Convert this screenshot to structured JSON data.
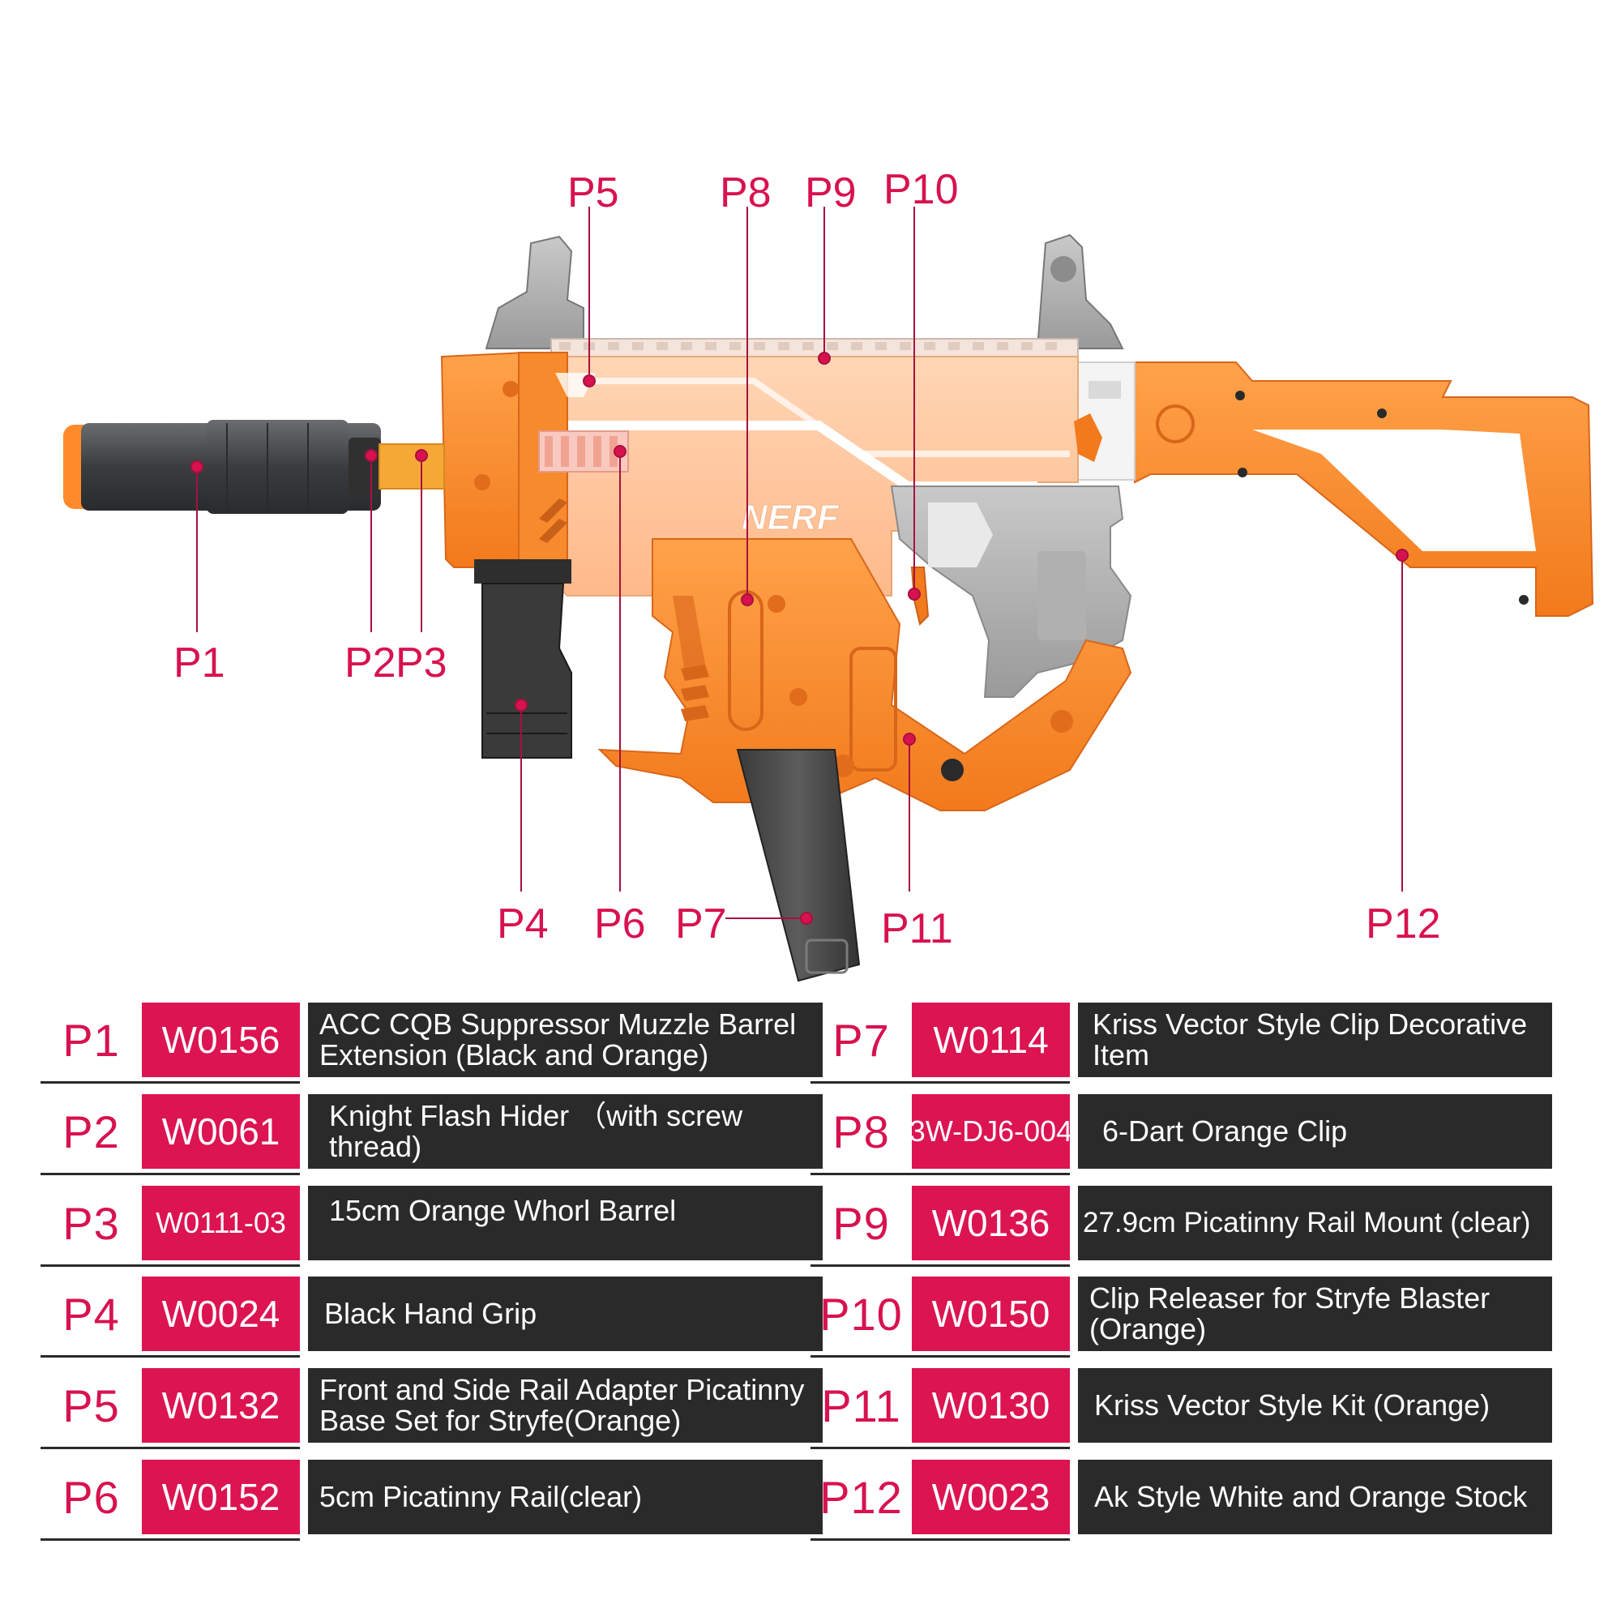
{
  "diagram": {
    "callouts": [
      {
        "id": "P1",
        "label": "P1"
      },
      {
        "id": "P2",
        "label": "P2"
      },
      {
        "id": "P3",
        "label": "P3"
      },
      {
        "id": "P4",
        "label": "P4"
      },
      {
        "id": "P5",
        "label": "P5"
      },
      {
        "id": "P6",
        "label": "P6"
      },
      {
        "id": "P7",
        "label": "P7"
      },
      {
        "id": "P8",
        "label": "P8"
      },
      {
        "id": "P9",
        "label": "P9"
      },
      {
        "id": "P10",
        "label": "P10"
      },
      {
        "id": "P11",
        "label": "P11"
      },
      {
        "id": "P12",
        "label": "P12"
      }
    ],
    "watermark_text": "NERF",
    "colors": {
      "accent": "#d8124f",
      "code_bg": "#dc1451",
      "desc_bg": "#2a2a2a",
      "orange": "#ff8a2a",
      "grey": "#9a9a9a",
      "dark": "#2b2b2b"
    }
  },
  "parts": {
    "left": [
      {
        "id": "P1",
        "code": "W0156",
        "desc": "ACC CQB Suppressor Muzzle Barrel Extension (Black and Orange)"
      },
      {
        "id": "P2",
        "code": "W0061",
        "desc": "Knight Flash Hider （with screw thread)"
      },
      {
        "id": "P3",
        "code": "W0111-03",
        "desc": "15cm Orange Whorl Barrel"
      },
      {
        "id": "P4",
        "code": "W0024",
        "desc": "Black Hand Grip"
      },
      {
        "id": "P5",
        "code": "W0132",
        "desc": "Front and Side Rail Adapter Picatinny Base Set for Stryfe(Orange)"
      },
      {
        "id": "P6",
        "code": "W0152",
        "desc": "5cm Picatinny Rail(clear)"
      }
    ],
    "right": [
      {
        "id": "P7",
        "code": "W0114",
        "desc": "Kriss Vector Style Clip Decorative Item"
      },
      {
        "id": "P8",
        "code": "3W-DJ6-004",
        "desc": "6-Dart Orange Clip"
      },
      {
        "id": "P9",
        "code": "W0136",
        "desc": "27.9cm Picatinny Rail Mount (clear)"
      },
      {
        "id": "P10",
        "code": "W0150",
        "desc": "Clip Releaser for Stryfe Blaster (Orange)"
      },
      {
        "id": "P11",
        "code": "W0130",
        "desc": "Kriss Vector Style Kit (Orange)"
      },
      {
        "id": "P12",
        "code": "W0023",
        "desc": "Ak Style White and Orange Stock"
      }
    ]
  }
}
